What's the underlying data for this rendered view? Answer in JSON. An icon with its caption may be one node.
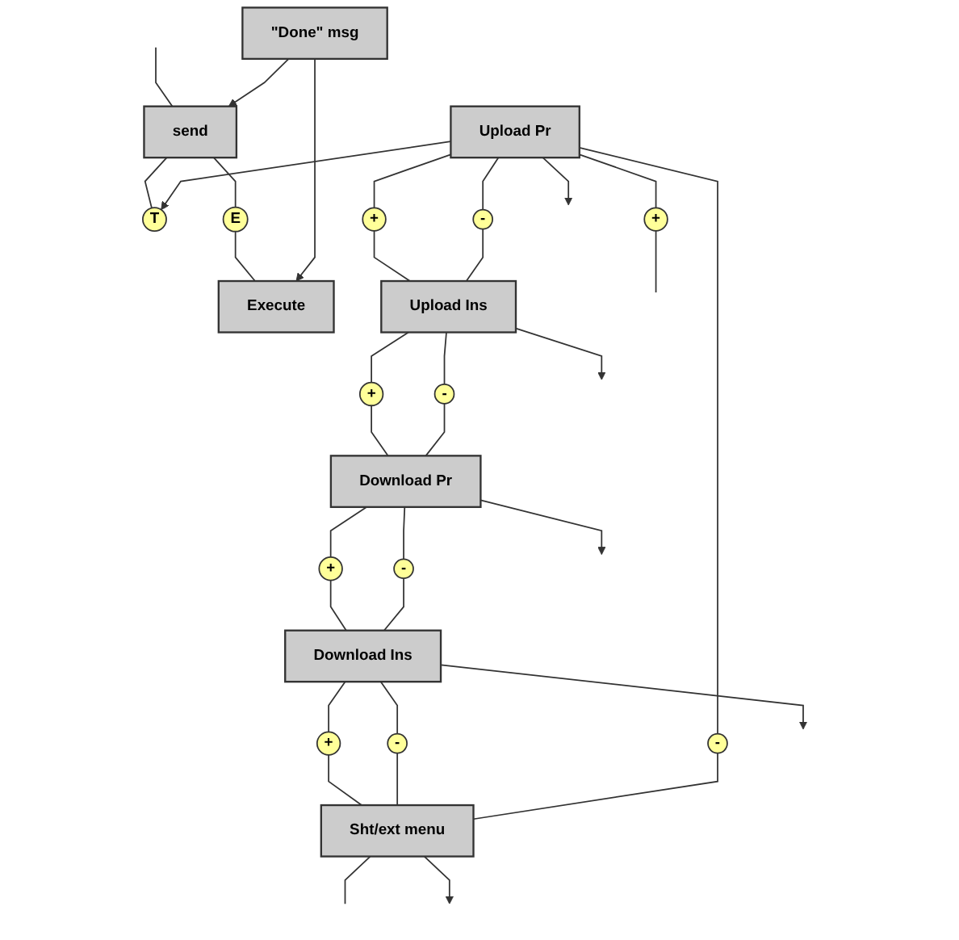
{
  "diagram": {
    "nodes": [
      {
        "text": [
          "send"
        ]
      },
      {
        "text": [
          "T"
        ]
      },
      {
        "text": [
          "Upload Pr"
        ]
      },
      {
        "text": [
          "E"
        ]
      },
      {
        "text": [
          "Execute"
        ]
      },
      {
        "text": [
          "\"Done\" msg"
        ]
      },
      {
        "text": [
          "+"
        ]
      },
      {
        "text": [
          "-"
        ]
      },
      {
        "text": [
          "Upload Ins"
        ]
      },
      {
        "text": [
          "+"
        ]
      },
      {
        "text": [
          "-"
        ]
      },
      {
        "text": [
          "Download Pr"
        ]
      },
      {
        "text": [
          "+"
        ]
      },
      {
        "text": [
          "-"
        ]
      },
      {
        "text": [
          "Download Ins"
        ]
      },
      {
        "text": [
          "+"
        ]
      },
      {
        "text": [
          "-"
        ]
      },
      {
        "text": [
          "Sht/ext menu"
        ]
      },
      {
        "text": [
          "-"
        ]
      },
      {
        "text": [
          "+"
        ]
      }
    ],
    "edges": [
      {
        "from": null,
        "to": 0,
        "arrow": "none"
      },
      {
        "from": 0,
        "to": 1,
        "arrow": "none"
      },
      {
        "from": 2,
        "to": 1,
        "arrow": "to"
      },
      {
        "from": 0,
        "to": 3,
        "arrow": "none"
      },
      {
        "from": 3,
        "to": 4,
        "arrow": "none"
      },
      {
        "from": 5,
        "to": 4,
        "arrow": "to"
      },
      {
        "from": 5,
        "to": 0,
        "arrow": "to"
      },
      {
        "from": 2,
        "to": 6,
        "arrow": "none"
      },
      {
        "from": 2,
        "to": 7,
        "arrow": "none"
      },
      {
        "from": 6,
        "to": 8,
        "arrow": "none"
      },
      {
        "from": 7,
        "to": 8,
        "arrow": "none"
      },
      {
        "from": 8,
        "to": 9,
        "arrow": "none"
      },
      {
        "from": 8,
        "to": 10,
        "arrow": "none"
      },
      {
        "from": 9,
        "to": 11,
        "arrow": "none"
      },
      {
        "from": 10,
        "to": 11,
        "arrow": "none"
      },
      {
        "from": 11,
        "to": 12,
        "arrow": "none"
      },
      {
        "from": 11,
        "to": 13,
        "arrow": "none"
      },
      {
        "from": 12,
        "to": 14,
        "arrow": "none"
      },
      {
        "from": 13,
        "to": 14,
        "arrow": "none"
      },
      {
        "from": 14,
        "to": 15,
        "arrow": "none"
      },
      {
        "from": 14,
        "to": 16,
        "arrow": "none"
      },
      {
        "from": 15,
        "to": 17,
        "arrow": "none"
      },
      {
        "from": 16,
        "to": 17,
        "arrow": "none"
      },
      {
        "from": 2,
        "to": 19,
        "arrow": "none"
      },
      {
        "from": 2,
        "to": 18,
        "arrow": "none"
      },
      {
        "from": 18,
        "to": 17,
        "arrow": "none"
      },
      {
        "from": 19,
        "to": null,
        "arrow": "none"
      },
      {
        "from": 17,
        "to": null,
        "arrow": "none"
      },
      {
        "from": 2,
        "to": null,
        "arrow": "to"
      },
      {
        "from": 8,
        "to": null,
        "arrow": "to"
      },
      {
        "from": 11,
        "to": null,
        "arrow": "to"
      },
      {
        "from": 14,
        "to": null,
        "arrow": "to"
      },
      {
        "from": 17,
        "to": null,
        "arrow": "to"
      }
    ]
  }
}
